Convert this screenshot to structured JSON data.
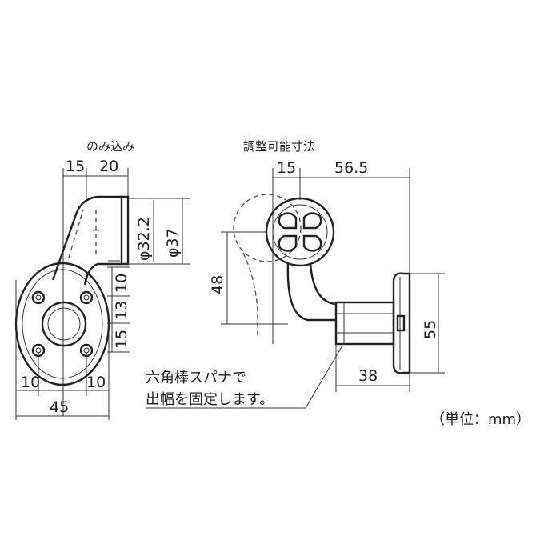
{
  "left_view": {
    "label": "のみ込み",
    "dims": {
      "top_a": "15",
      "top_b": "20",
      "dia_inner": "φ32.2",
      "dia_outer": "φ37",
      "side_10": "10",
      "side_13": "13",
      "side_15": "15",
      "bottom_left_10": "10",
      "bottom_right_10": "10",
      "bottom_45": "45"
    }
  },
  "right_view": {
    "label": "調整可能寸法",
    "dims": {
      "top_15": "15",
      "top_565": "56.5",
      "left_48": "48",
      "right_55": "55",
      "bottom_38": "38"
    }
  },
  "note": {
    "line1": "六角棒スパナで",
    "line2": "出幅を固定します。"
  },
  "unit_label": "（単位：mm）"
}
